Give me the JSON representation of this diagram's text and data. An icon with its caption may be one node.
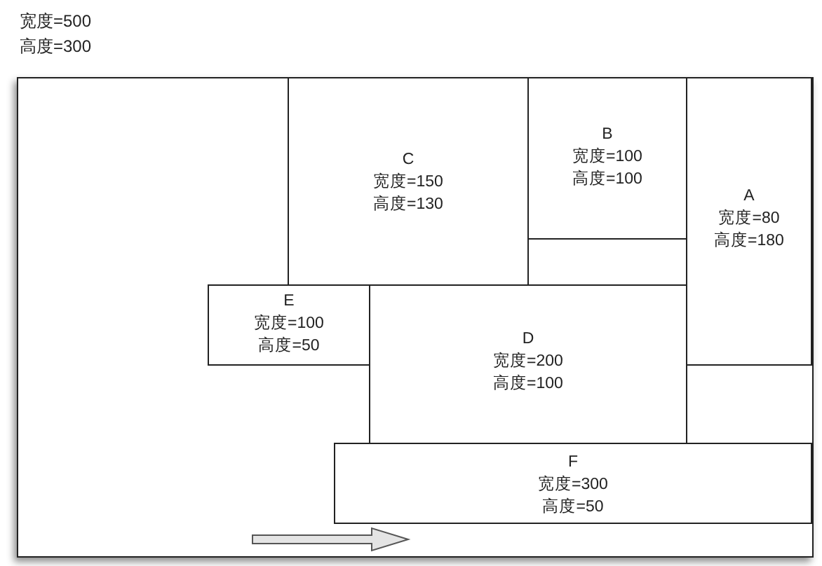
{
  "diagram": {
    "nodes": [
      {
        "text": [
          "宽度=500",
          "高度=300"
        ]
      },
      {
        "text": [
          "C",
          "宽度=150",
          "高度=130"
        ],
        "in": 0
      },
      {
        "text": [
          "B",
          "宽度=100",
          "高度=100"
        ],
        "in": 0
      },
      {
        "text": [
          "A",
          "宽度=80",
          "高度=180"
        ],
        "in": 0
      },
      {
        "text": [
          "E",
          "宽度=100",
          "高度=50"
        ],
        "in": 0
      },
      {
        "text": [
          "D",
          "宽度=200",
          "高度=100"
        ],
        "in": 0
      },
      {
        "text": [
          "F",
          "宽度=300",
          "高度=50"
        ],
        "in": 0
      }
    ]
  }
}
